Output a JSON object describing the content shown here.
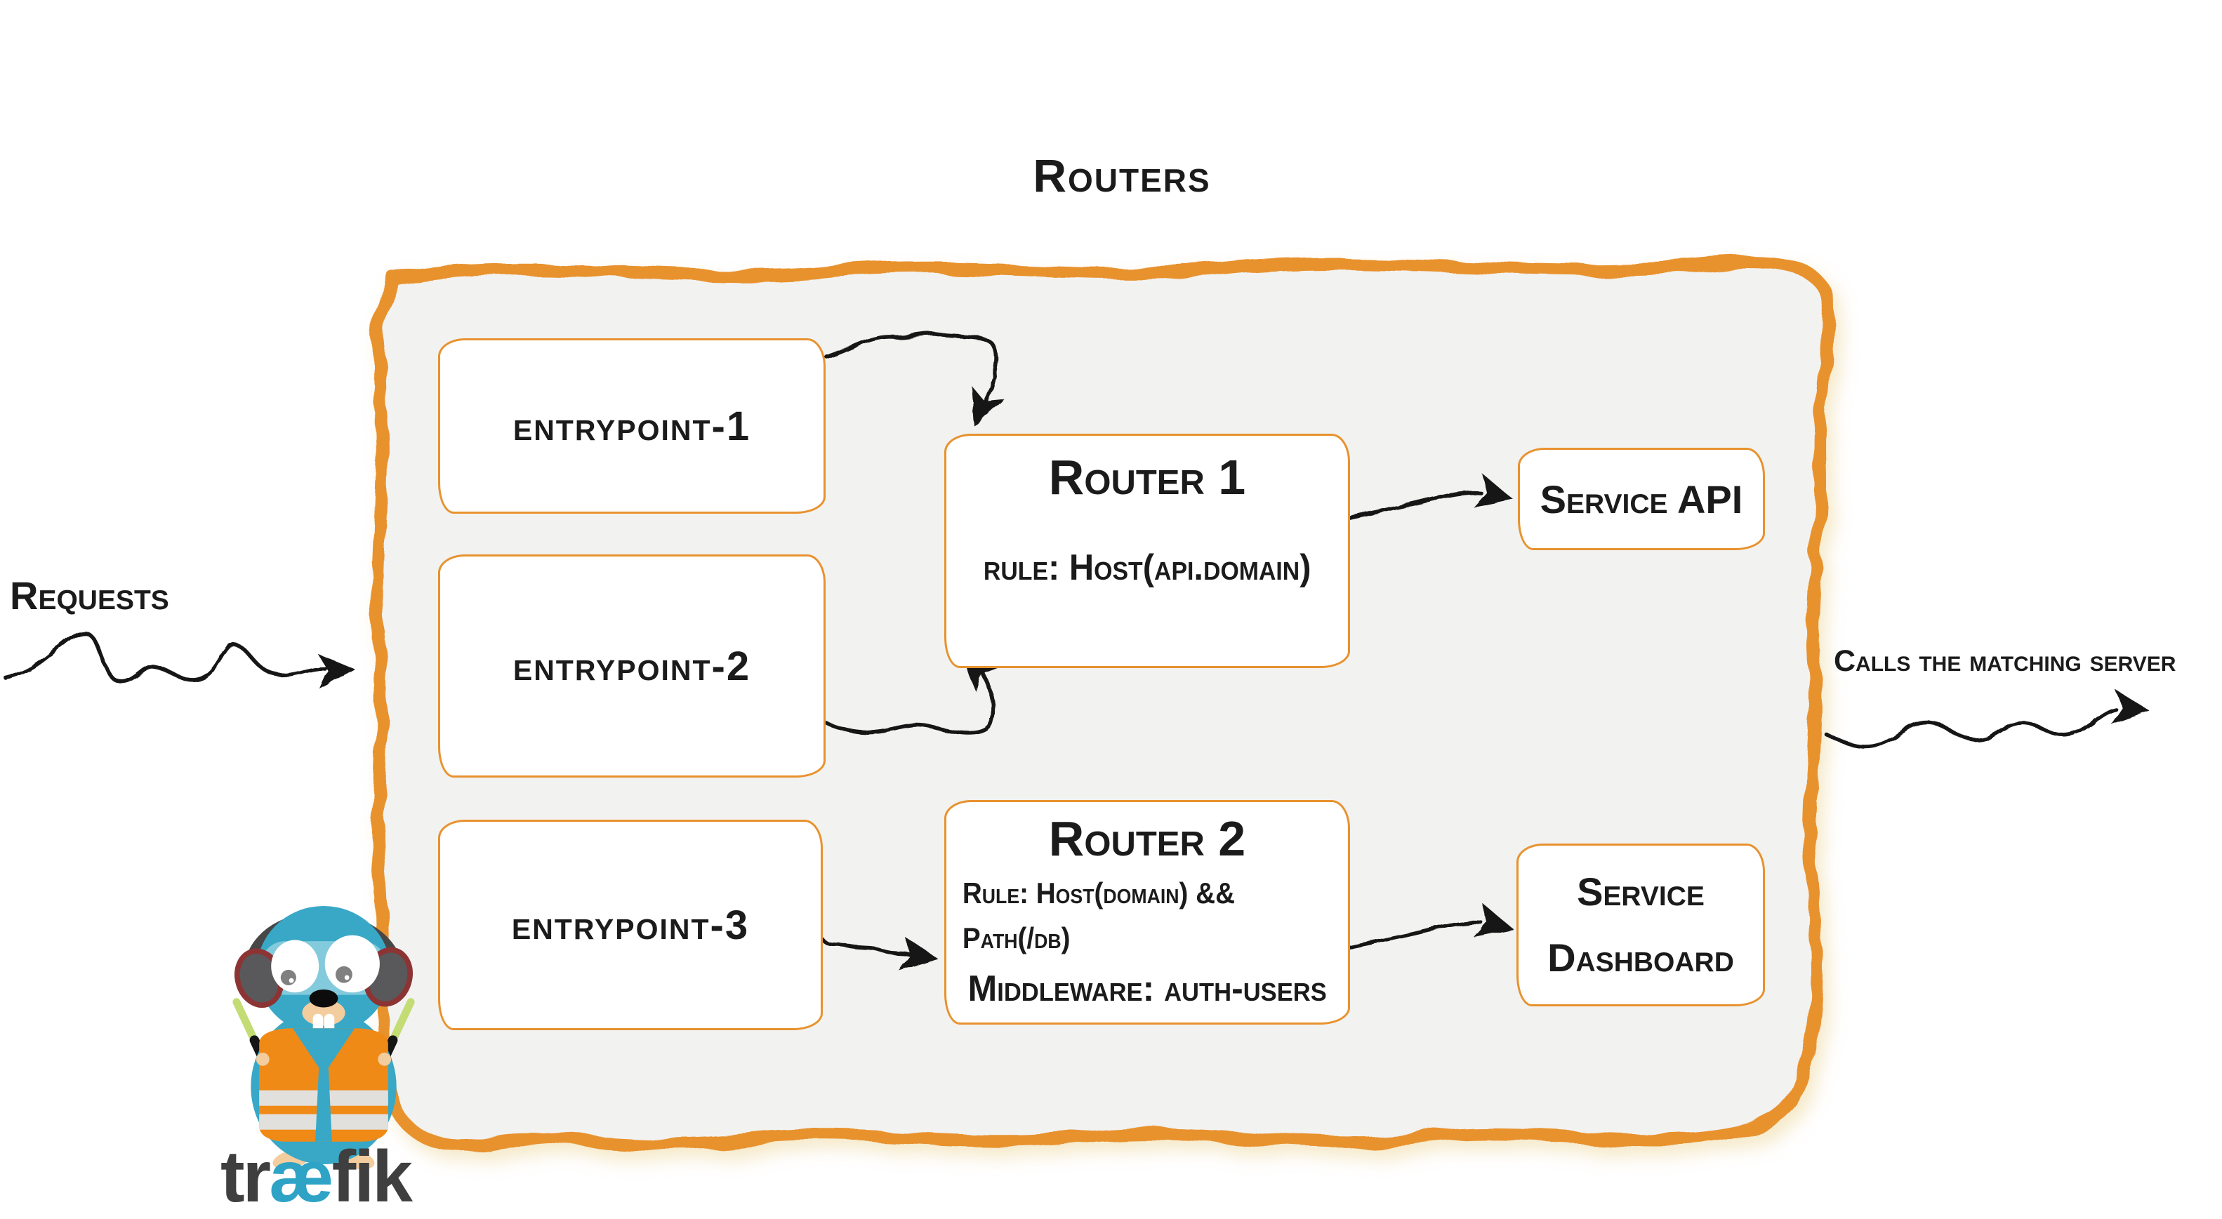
{
  "page": {
    "title": "Routers"
  },
  "labels": {
    "requests": "Requests",
    "calls": "Calls the matching server"
  },
  "entrypoints": [
    {
      "label": "entrypoint-1"
    },
    {
      "label": "entrypoint-2"
    },
    {
      "label": "entrypoint-3"
    }
  ],
  "routers": [
    {
      "title": "Router 1",
      "rule": "rule: Host(api.domain)"
    },
    {
      "title": "Router 2",
      "rule": "Rule: Host(domain) && Path(/db)",
      "middleware": "Middleware: auth-users"
    }
  ],
  "services": [
    {
      "label": "Service API"
    },
    {
      "line1": "Service",
      "line2": "Dashboard"
    }
  ],
  "logo": {
    "part1": "tr",
    "part2": "æ",
    "part3": "fik"
  },
  "colors": {
    "accent_orange": "#E8922E",
    "container_fill": "#F2F2F1",
    "arrow_black": "#141414",
    "traefik_blue": "#38A8C6",
    "logo_gray": "#3F3F3F",
    "vest_orange": "#F08A17",
    "stick_green": "#C3DC74"
  }
}
